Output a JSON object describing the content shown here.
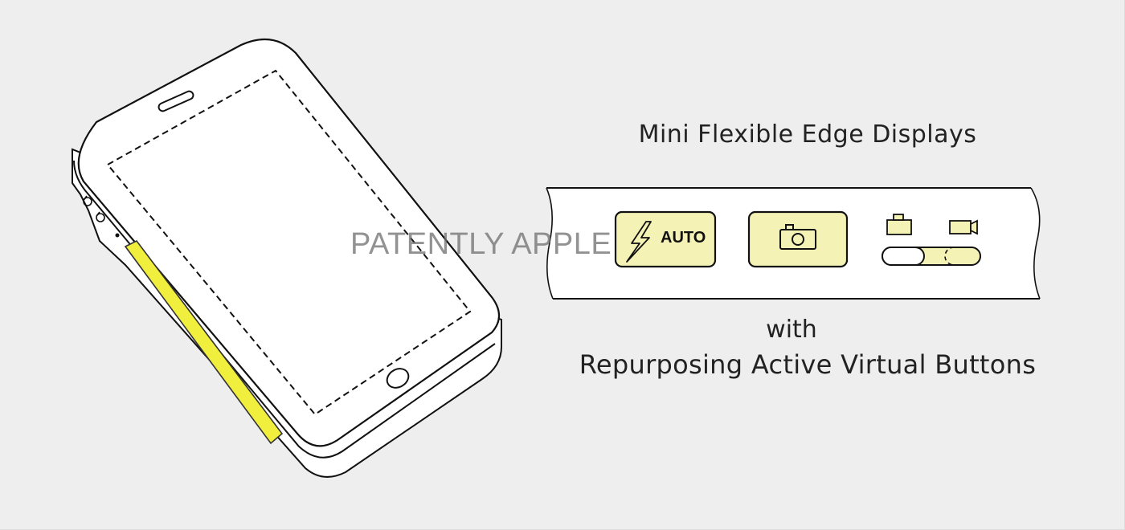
{
  "figure": {
    "title": "Mini Flexible Edge Displays",
    "subtitle_line1": "with",
    "subtitle_line2": "Repurposing Active Virtual Buttons",
    "watermark": "PATENTLY APPLE",
    "buttons": {
      "flash_label": "AUTO",
      "flash_icon": "lightning-bolt-icon",
      "camera_icon": "camera-icon",
      "slider_left_icon": "camera-mode-icon",
      "slider_right_icon": "video-mode-icon"
    },
    "colors": {
      "edge_display": "#f1ef3d",
      "button_fill": "#f5f2b5",
      "outline": "#111111",
      "background": "#eeeeee"
    }
  }
}
